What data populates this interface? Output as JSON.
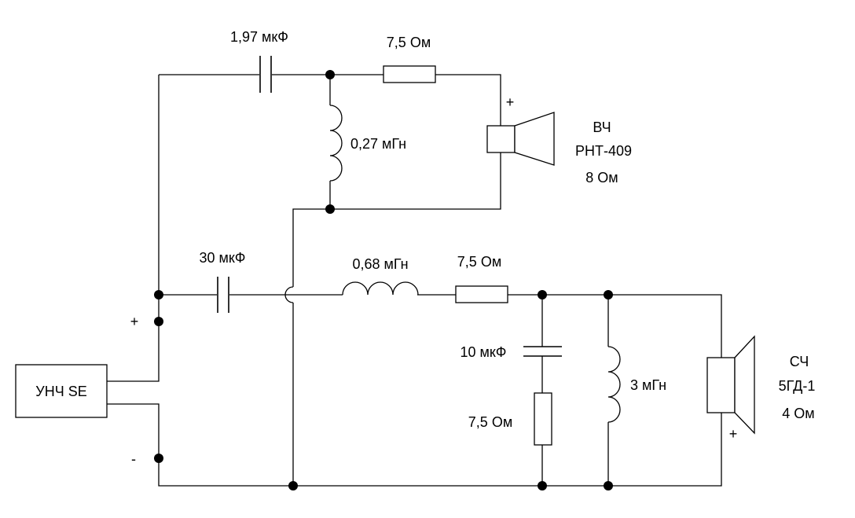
{
  "amplifier": {
    "label": "УНЧ SE",
    "plus": "+",
    "minus": "-"
  },
  "tweeter_branch": {
    "capacitor": "1,97 мкФ",
    "resistor": "7,5 Ом",
    "inductor": "0,27 мГн",
    "polarity": "+"
  },
  "tweeter": {
    "line1": "ВЧ",
    "line2": "РНТ-409",
    "line3": "8 Ом"
  },
  "mid_branch": {
    "capacitor": "30 мкФ",
    "inductor": "0,68 мГн",
    "resistor": "7,5 Ом",
    "shunt_capacitor": "10 мкФ",
    "shunt_resistor": "7,5 Ом",
    "shunt_inductor": "3 мГн",
    "polarity": "+"
  },
  "midrange": {
    "line1": "СЧ",
    "line2": "5ГД-1",
    "line3": "4 Ом"
  }
}
